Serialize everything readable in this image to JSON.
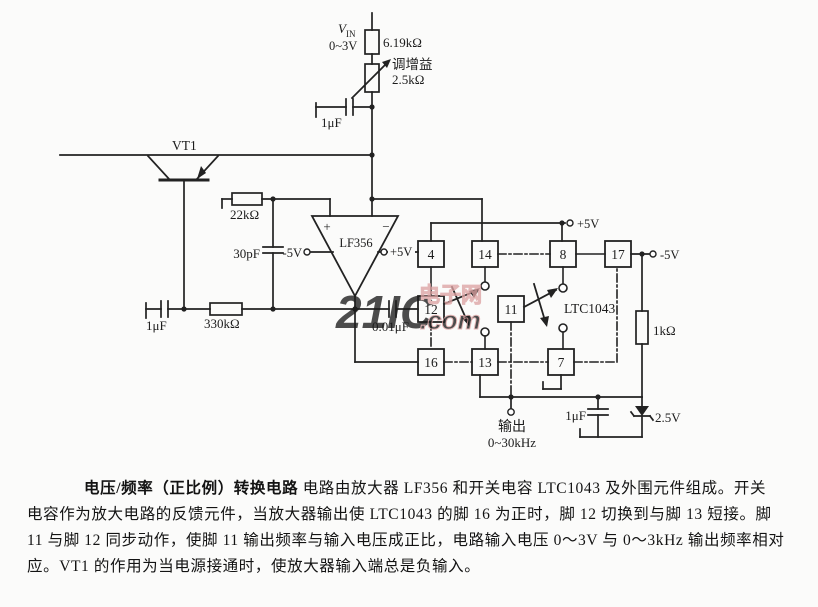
{
  "schematic": {
    "power": {
      "vin_v": "V",
      "vin_sub": "IN",
      "vin_range": "0~3V",
      "plus5_opamp": "+5V",
      "minus5_opamp": "-5V",
      "plus5_rail": "+5V",
      "minus5_rail": "-5V"
    },
    "components": {
      "r_input": "6.19kΩ",
      "pot_label": "调增益",
      "pot_value": "2.5kΩ",
      "c_top": "1μF",
      "transistor": "VT1",
      "r_22k": "22kΩ",
      "c_30p": "30pF",
      "c_left": "1μF",
      "r_330k": "330kΩ",
      "c_feedback": "0.01μF",
      "r_1k": "1kΩ",
      "zener": "2.5V",
      "c_bottom": "1μF"
    },
    "opamp": {
      "name": "LF356",
      "plus": "+",
      "minus": "−"
    },
    "ic": {
      "name": "LTC1043"
    },
    "pins": [
      "4",
      "14",
      "8",
      "17",
      "12",
      "11",
      "16",
      "13",
      "7"
    ],
    "output": {
      "label": "输出",
      "range": "0~30kHz"
    }
  },
  "watermark": {
    "brand": "21IC",
    "site": "电子网",
    "domain": ".com"
  },
  "caption": {
    "title": "电压/频率（正比例）转换电路",
    "line1_rest": "  电路由放大器 LF356 和开关电容 LTC1043 及外围元件组成。开关",
    "line2": "电容作为放大电路的反馈元件，当放大器输出使 LTC1043 的脚 16 为正时，脚 12 切换到与脚 13 短接。脚",
    "line3": "11 与脚 12 同步动作，使脚 11 输出频率与输入电压成正比，电路输入电压 0～3V 与 0～3kHz 输出频率相对",
    "line4": "应。VT1 的作用为当电源接通时，使放大器输入端总是负输入。"
  }
}
